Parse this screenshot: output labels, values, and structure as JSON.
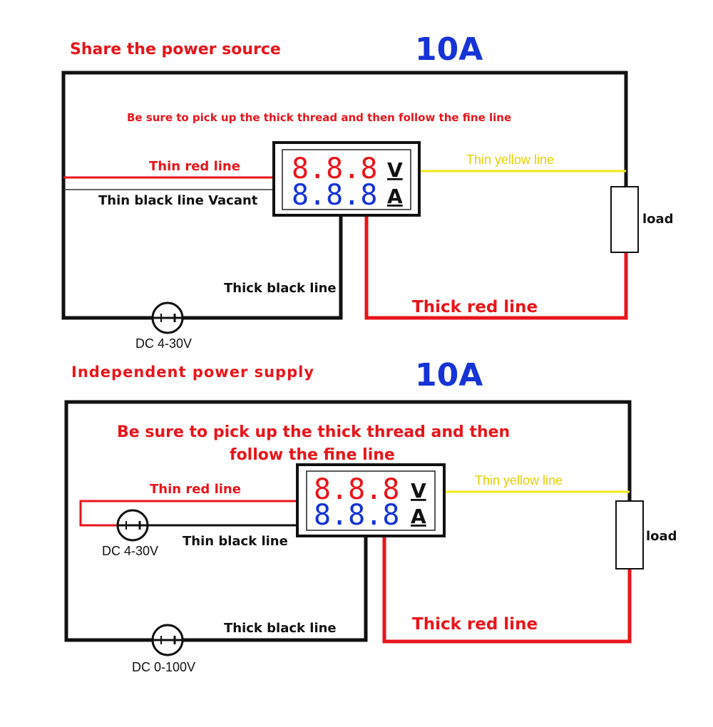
{
  "colors": {
    "red": "#e8151b",
    "blue": "#1533d6",
    "yellow": "#f2e91a",
    "yellow_text": "#e3d000",
    "black": "#111111"
  },
  "diagram1": {
    "title": "Share the power source",
    "rating": "10A",
    "note": "Be sure to pick up the thick thread and then follow the fine line",
    "thin_red": "Thin red line",
    "thin_black": "Thin black line Vacant",
    "thin_yellow": "Thin yellow line",
    "thick_black": "Thick black line",
    "thick_red": "Thick red line",
    "load": "load",
    "source": "DC 4-30V",
    "volt_reading": "8.8.8",
    "volt_unit": "V",
    "amp_reading": "8.8.8",
    "amp_unit": "A"
  },
  "diagram2": {
    "title": "Independent power supply",
    "rating": "10A",
    "note_line1": "Be sure to pick up the thick thread and then",
    "note_line2": "follow the fine line",
    "thin_red": "Thin red line",
    "thin_black": "Thin black line",
    "thin_yellow": "Thin yellow line",
    "thick_black": "Thick black line",
    "thick_red": "Thick red line",
    "load": "load",
    "source_meter": "DC 4-30V",
    "source_main": "DC 0-100V",
    "volt_reading": "8.8.8",
    "volt_unit": "V",
    "amp_reading": "8.8.8",
    "amp_unit": "A"
  }
}
